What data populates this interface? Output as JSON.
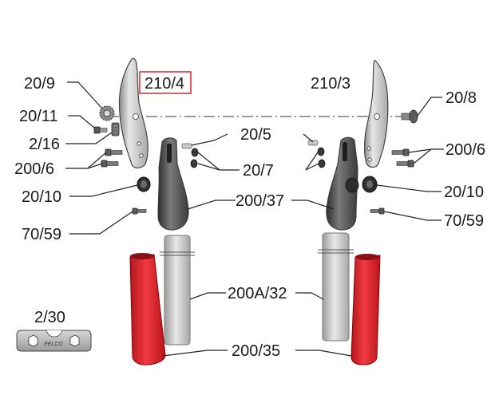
{
  "labels": {
    "l_20_9": "20/9",
    "l_210_4": "210/4",
    "l_20_11": "20/11",
    "l_2_16": "2/16",
    "l_200_6_left": "200/6",
    "l_20_10_left": "20/10",
    "l_70_59_left": "70/59",
    "l_210_3": "210/3",
    "l_20_8": "20/8",
    "l_20_5": "20/5",
    "l_200_6_right": "200/6",
    "l_20_7": "20/7",
    "l_20_10_right": "20/10",
    "l_200_37": "200/37",
    "l_70_59_right": "70/59",
    "l_200a_32": "200A/32",
    "l_2_30": "2/30",
    "l_200_35": "200/35"
  },
  "key_plate_text": "FELCO",
  "highlighted_label": "210/4",
  "colors": {
    "highlight_box": "#d9262c",
    "cover_red": "#d8232a",
    "handle_dark": "#4a4a4a",
    "tube_grey": "#bdbdbd",
    "blade_grey": "#c9c9c9",
    "text": "#1a1a1a"
  }
}
